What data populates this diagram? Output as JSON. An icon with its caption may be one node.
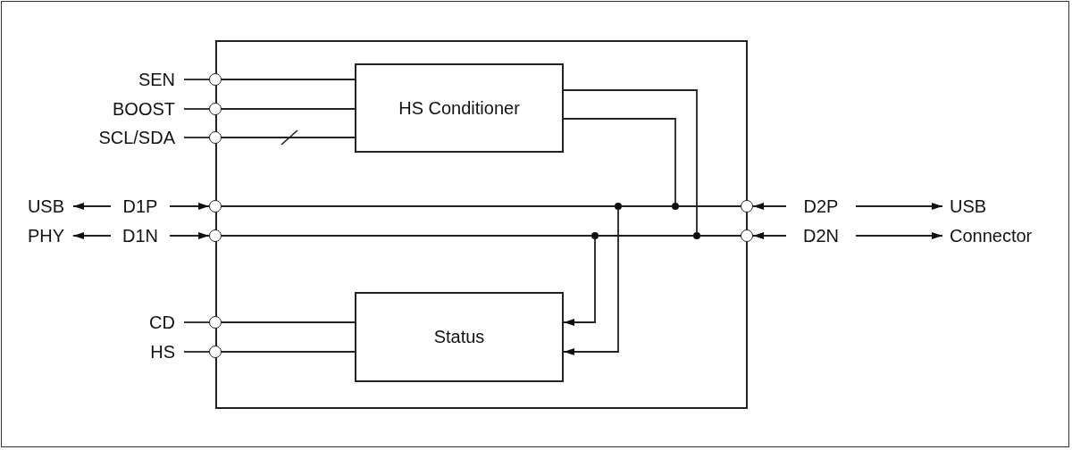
{
  "diagram": {
    "nodes": [
      {
        "text": [],
        "shape": "box"
      },
      {
        "text": [
          "HS Conditioner"
        ],
        "in": 0
      },
      {
        "text": [
          "Status"
        ],
        "in": 0
      },
      {
        "text": [
          "SEN"
        ]
      },
      {
        "text": [],
        "shape": "circle"
      },
      {
        "text": [
          "BOOST"
        ]
      },
      {
        "text": [],
        "shape": "circle"
      },
      {
        "text": [
          "SCL/SDA"
        ]
      },
      {
        "text": [],
        "shape": "circle"
      },
      {
        "text": [
          "USB"
        ]
      },
      {
        "text": [
          "D1P"
        ]
      },
      {
        "text": [],
        "shape": "circle"
      },
      {
        "text": [
          "PHY"
        ]
      },
      {
        "text": [
          "D1N"
        ]
      },
      {
        "text": [],
        "shape": "circle"
      },
      {
        "text": [
          "CD"
        ]
      },
      {
        "text": [],
        "shape": "circle"
      },
      {
        "text": [
          "HS"
        ]
      },
      {
        "text": [],
        "shape": "circle"
      },
      {
        "text": [],
        "shape": "circle"
      },
      {
        "text": [
          "D2P"
        ]
      },
      {
        "text": [
          "USB"
        ]
      },
      {
        "text": [],
        "shape": "circle"
      },
      {
        "text": [
          "D2N"
        ]
      },
      {
        "text": [
          "Connector"
        ]
      },
      {
        "text": [],
        "shape": "dot",
        "in": 0
      },
      {
        "text": [],
        "shape": "dot",
        "in": 0
      },
      {
        "text": [],
        "shape": "dot",
        "in": 0
      },
      {
        "text": [],
        "shape": "dot",
        "in": 0
      }
    ],
    "edges": [
      {
        "from": 3,
        "to": 4,
        "arrow": "none"
      },
      {
        "from": 4,
        "to": 1,
        "arrow": "none"
      },
      {
        "from": 5,
        "to": 6,
        "arrow": "none"
      },
      {
        "from": 6,
        "to": 1,
        "arrow": "none"
      },
      {
        "from": 7,
        "to": 8,
        "arrow": "none"
      },
      {
        "from": 8,
        "to": 1,
        "arrow": "none"
      },
      {
        "from": 10,
        "to": 9,
        "arrow": "to"
      },
      {
        "from": 10,
        "to": 11,
        "arrow": "to"
      },
      {
        "from": 13,
        "to": 12,
        "arrow": "to"
      },
      {
        "from": 13,
        "to": 14,
        "arrow": "to"
      },
      {
        "from": 11,
        "to": 25,
        "arrow": "none"
      },
      {
        "from": 25,
        "to": 26,
        "arrow": "none"
      },
      {
        "from": 26,
        "to": 19,
        "arrow": "none"
      },
      {
        "from": 14,
        "to": 27,
        "arrow": "none"
      },
      {
        "from": 27,
        "to": 28,
        "arrow": "none"
      },
      {
        "from": 28,
        "to": 22,
        "arrow": "none"
      },
      {
        "from": 1,
        "to": 26,
        "arrow": "none"
      },
      {
        "from": 1,
        "to": 28,
        "arrow": "none"
      },
      {
        "from": 25,
        "to": 2,
        "arrow": "to"
      },
      {
        "from": 27,
        "to": 2,
        "arrow": "to"
      },
      {
        "from": 20,
        "to": 19,
        "arrow": "to"
      },
      {
        "from": 20,
        "to": 21,
        "arrow": "to"
      },
      {
        "from": 23,
        "to": 22,
        "arrow": "to"
      },
      {
        "from": 23,
        "to": 24,
        "arrow": "to"
      },
      {
        "from": 15,
        "to": 16,
        "arrow": "none"
      },
      {
        "from": 16,
        "to": 2,
        "arrow": "none"
      },
      {
        "from": 17,
        "to": 18,
        "arrow": "none"
      },
      {
        "from": 18,
        "to": 2,
        "arrow": "none"
      }
    ]
  }
}
